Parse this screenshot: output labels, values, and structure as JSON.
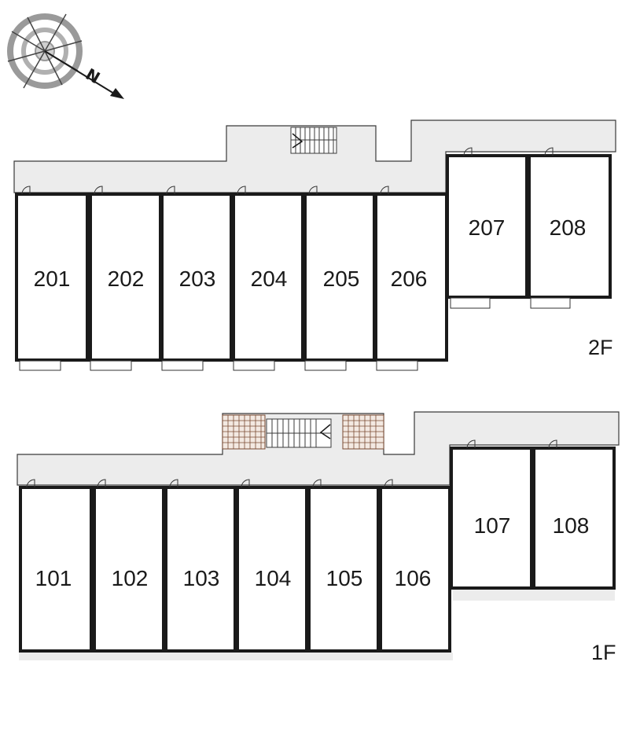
{
  "compass": {
    "icon": "compass-rose-icon",
    "letter": "N"
  },
  "floors": [
    {
      "label": "2F",
      "units": [
        "201",
        "202",
        "203",
        "204",
        "205",
        "206",
        "207",
        "208"
      ]
    },
    {
      "label": "1F",
      "units": [
        "101",
        "102",
        "103",
        "104",
        "105",
        "106",
        "107",
        "108"
      ]
    }
  ],
  "colors": {
    "corridor": "#ececec",
    "wall": "#1a1a1a",
    "stair_grid": "#7a4a32",
    "background": "#ffffff"
  }
}
